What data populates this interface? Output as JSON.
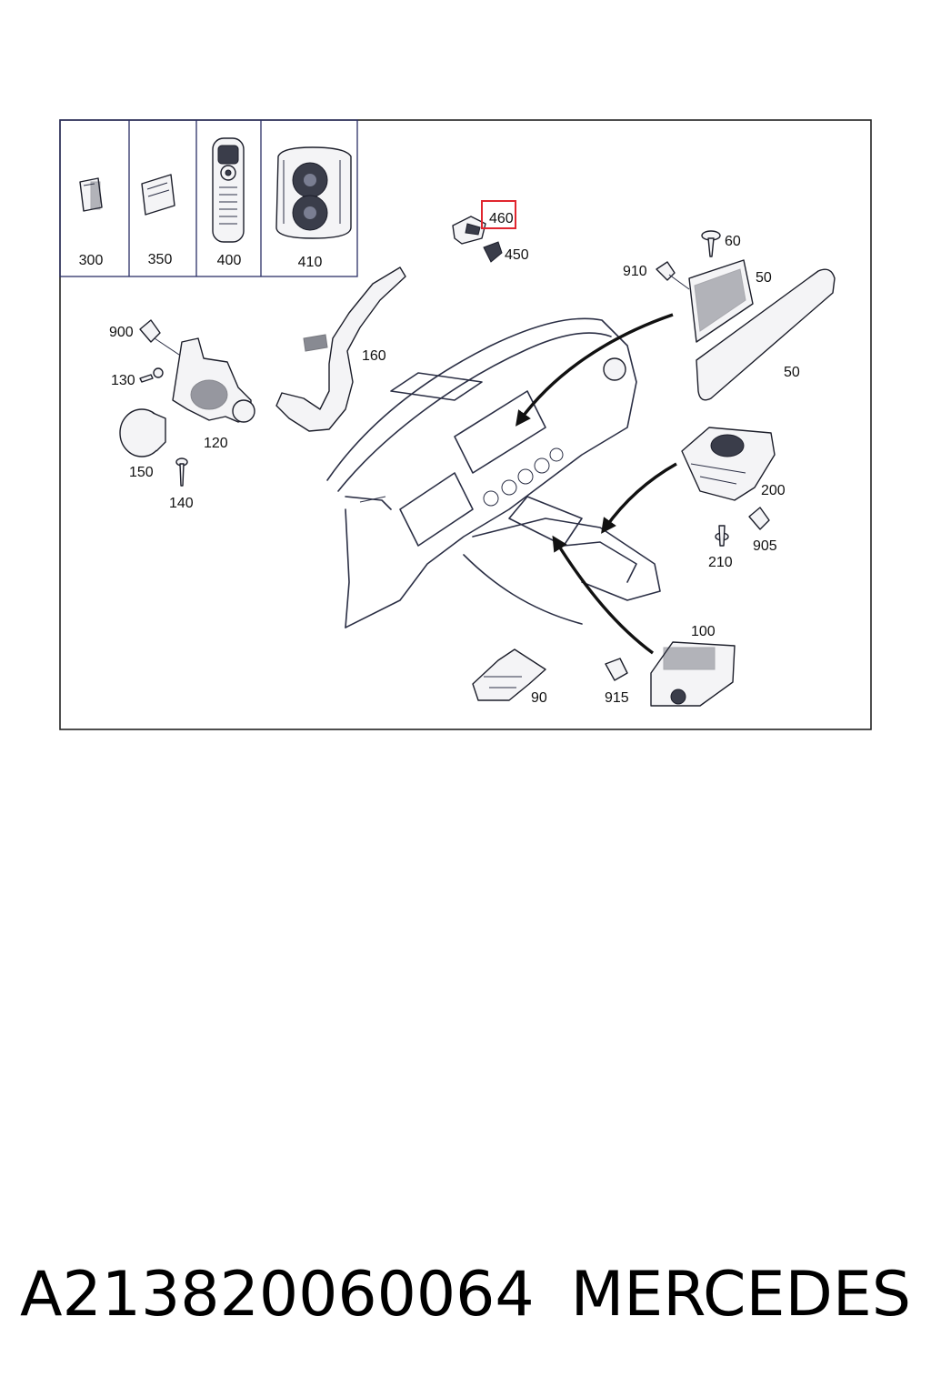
{
  "thumbnails": [
    {
      "label": "300",
      "icon": "plug-icon"
    },
    {
      "label": "350",
      "icon": "card-icon"
    },
    {
      "label": "400",
      "icon": "remote-control-icon"
    },
    {
      "label": "410",
      "icon": "speaker-grille-icon"
    }
  ],
  "callouts": {
    "c460": "460",
    "c450": "450",
    "c60": "60",
    "c910": "910",
    "c50a": "50",
    "c50b": "50",
    "c900": "900",
    "c130": "130",
    "c160": "160",
    "c120": "120",
    "c150": "150",
    "c140": "140",
    "c200": "200",
    "c905": "905",
    "c210": "210",
    "c100": "100",
    "c90": "90",
    "c915": "915"
  },
  "highlight": {
    "callout": "460",
    "color": "#e0262f"
  },
  "caption": {
    "part_number": "A213820060064",
    "brand": "MERCEDES"
  }
}
